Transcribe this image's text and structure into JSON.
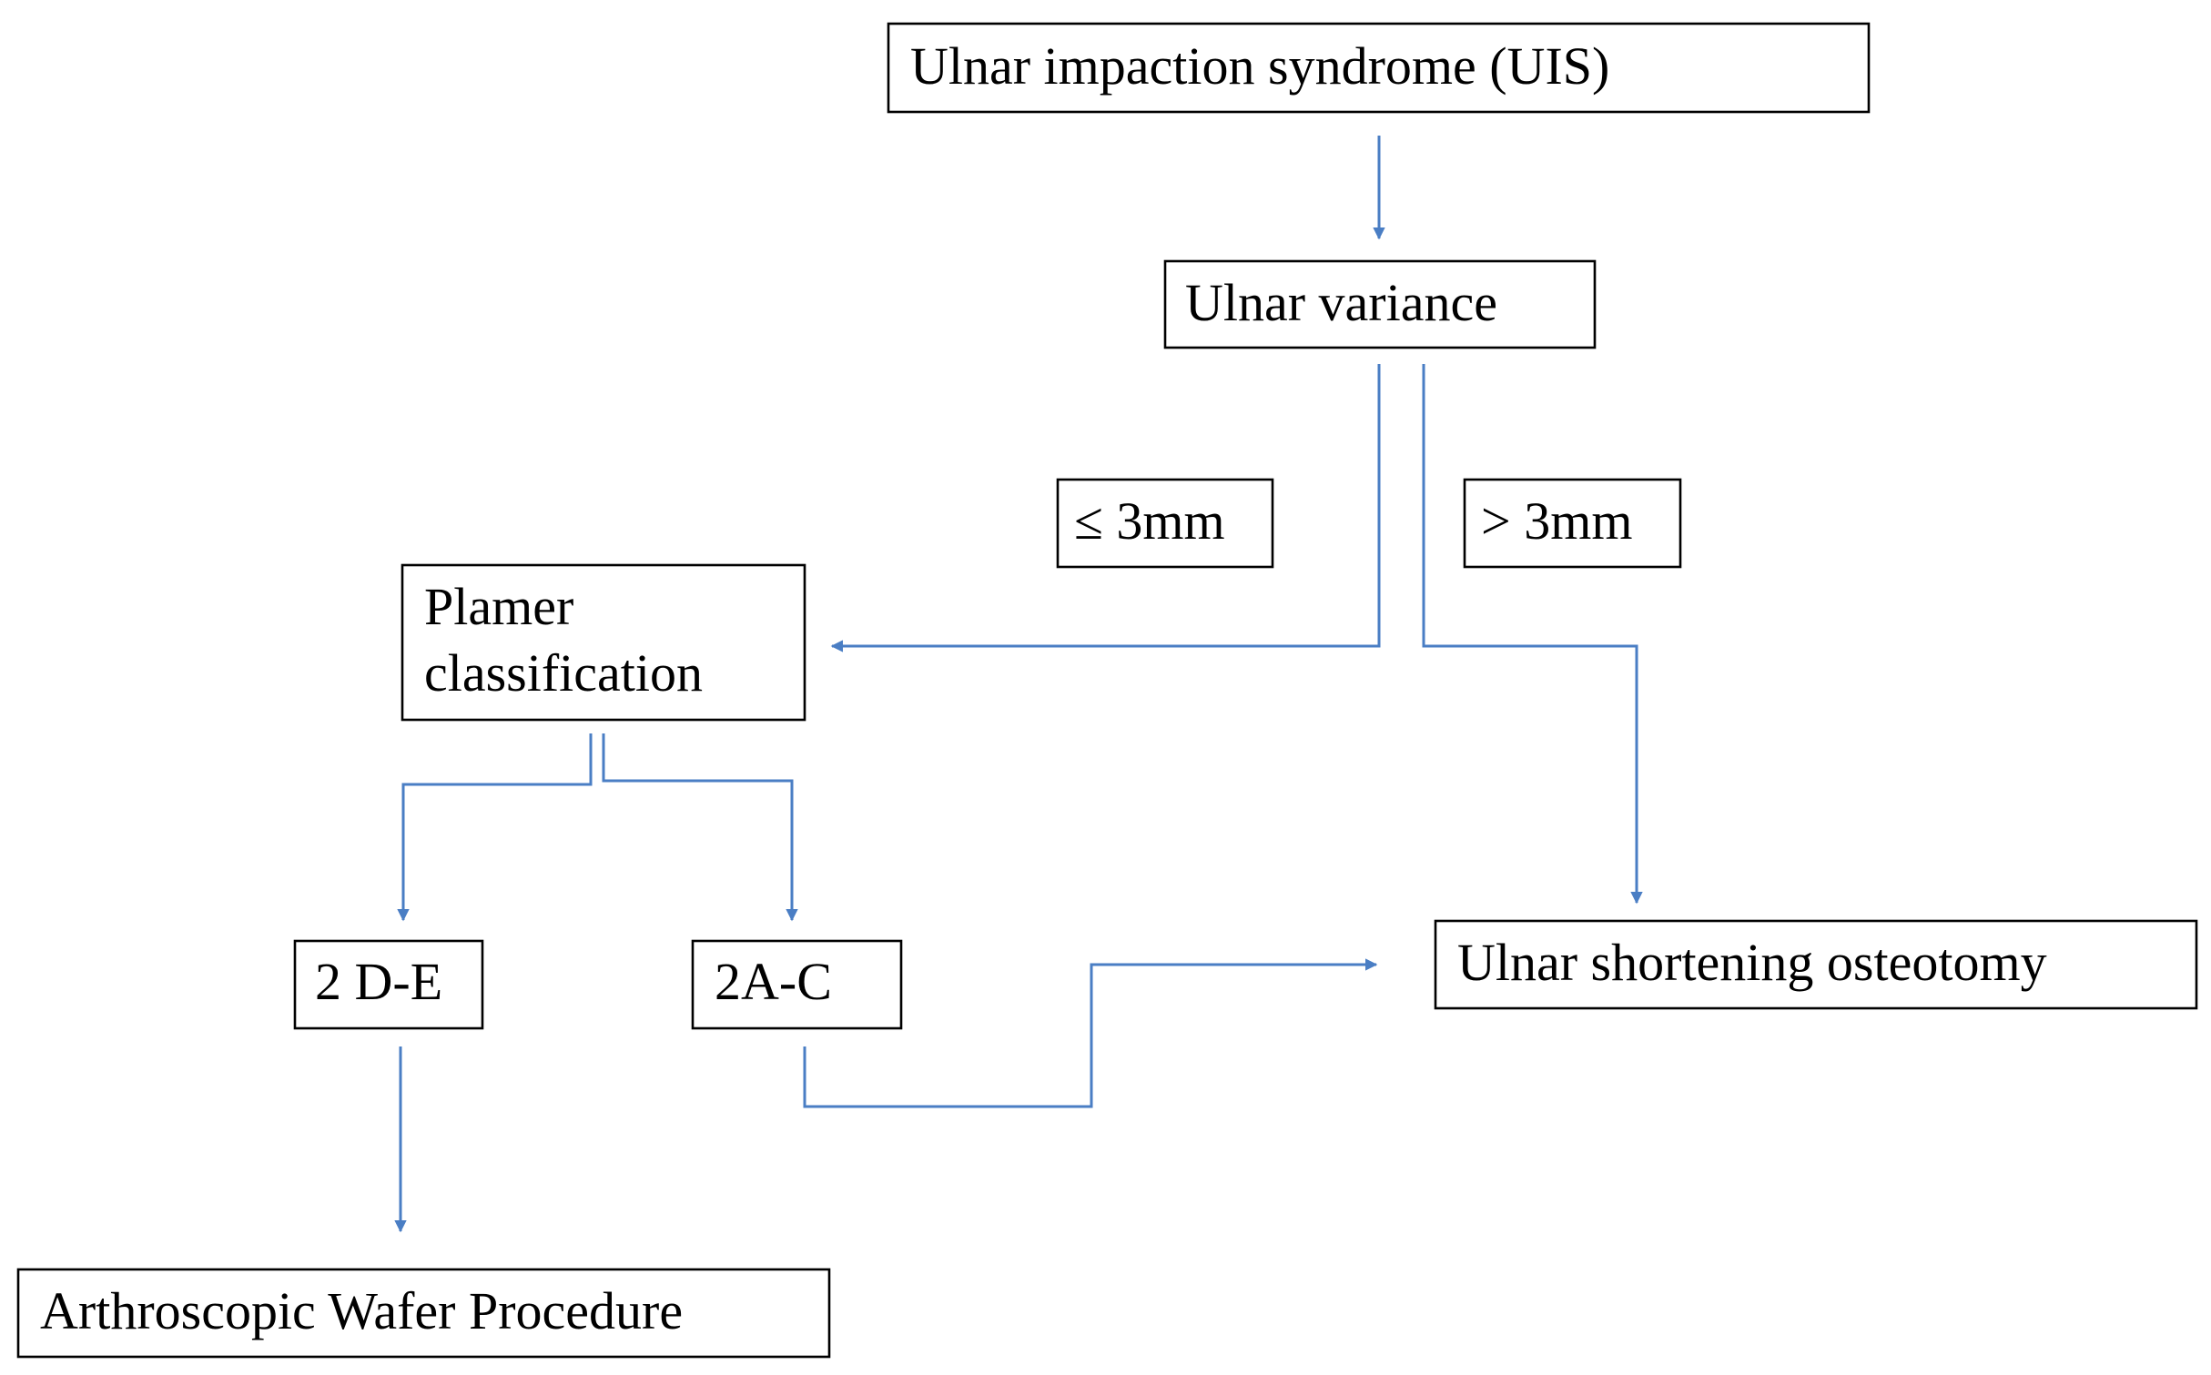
{
  "diagram": {
    "nodes": {
      "uis": "Ulnar impaction syndrome (UIS)",
      "ulnar_variance": "Ulnar variance",
      "le_3mm": "≤ 3mm",
      "gt_3mm": "> 3mm",
      "plamer_line1": "Plamer",
      "plamer_line2": "classification",
      "class_2de": "2 D-E",
      "class_2ac": "2A-C",
      "ulnar_shortening": "Ulnar shortening osteotomy",
      "wafer": "Arthroscopic Wafer Procedure"
    },
    "edges": [
      {
        "from": "Ulnar impaction syndrome (UIS)",
        "to": "Ulnar variance"
      },
      {
        "from": "Ulnar variance",
        "to": "Plamer classification",
        "condition": "≤ 3mm"
      },
      {
        "from": "Ulnar variance",
        "to": "Ulnar shortening osteotomy",
        "condition": "> 3mm"
      },
      {
        "from": "Plamer classification",
        "to": "2 D-E"
      },
      {
        "from": "Plamer classification",
        "to": "2A-C"
      },
      {
        "from": "2 D-E",
        "to": "Arthroscopic Wafer Procedure"
      },
      {
        "from": "2A-C",
        "to": "Ulnar shortening osteotomy"
      }
    ],
    "colors": {
      "connector": "#4a7ec4",
      "box_border": "#000000",
      "text": "#000000",
      "background": "#ffffff"
    }
  }
}
